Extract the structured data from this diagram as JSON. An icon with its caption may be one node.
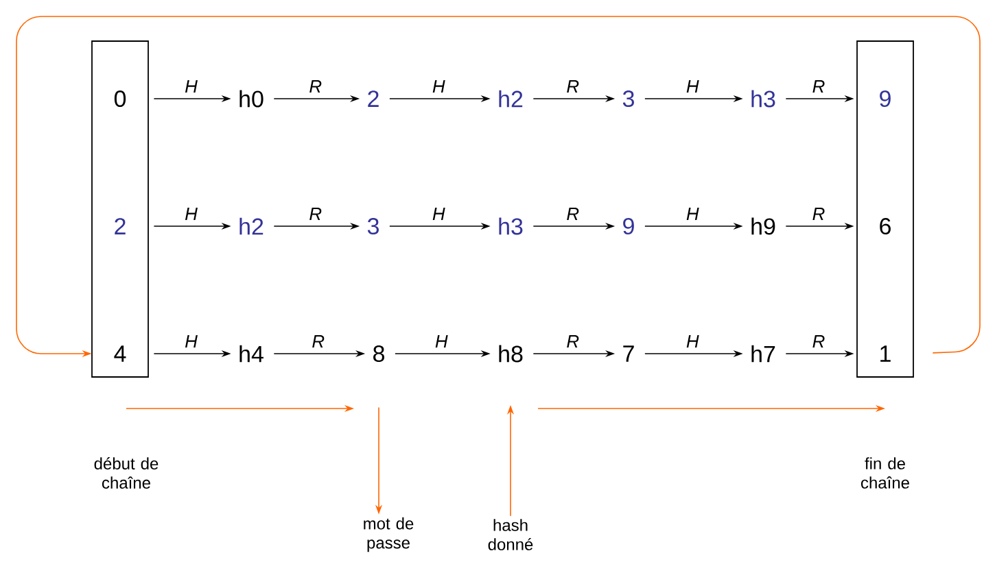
{
  "diagram": {
    "nodes": [
      {
        "text": [],
        "shape": "box"
      },
      {
        "text": [
          "0"
        ],
        "in": 0
      },
      {
        "text": [
          "2"
        ],
        "in": 0
      },
      {
        "text": [
          "4"
        ],
        "in": 0
      },
      {
        "text": [],
        "shape": "box"
      },
      {
        "text": [
          "9"
        ],
        "in": 4
      },
      {
        "text": [
          "6"
        ],
        "in": 4
      },
      {
        "text": [
          "1"
        ],
        "in": 4
      },
      {
        "text": [
          "h0"
        ]
      },
      {
        "text": [
          "2"
        ]
      },
      {
        "text": [
          "h2"
        ]
      },
      {
        "text": [
          "3"
        ]
      },
      {
        "text": [
          "h3"
        ]
      },
      {
        "text": [
          "h2"
        ]
      },
      {
        "text": [
          "3"
        ]
      },
      {
        "text": [
          "h3"
        ]
      },
      {
        "text": [
          "9"
        ]
      },
      {
        "text": [
          "h9"
        ]
      },
      {
        "text": [
          "h4"
        ]
      },
      {
        "text": [
          "8"
        ]
      },
      {
        "text": [
          "h8"
        ]
      },
      {
        "text": [
          "7"
        ]
      },
      {
        "text": [
          "h7"
        ]
      },
      {
        "text": [
          "mot de passe"
        ]
      },
      {
        "text": [
          "hash donné"
        ]
      }
    ],
    "edges": [
      {
        "from": 1,
        "to": 8,
        "arrow": "to",
        "label": "H"
      },
      {
        "from": 8,
        "to": 9,
        "arrow": "to",
        "label": "R"
      },
      {
        "from": 9,
        "to": 10,
        "arrow": "to",
        "label": "H"
      },
      {
        "from": 10,
        "to": 11,
        "arrow": "to",
        "label": "R"
      },
      {
        "from": 11,
        "to": 12,
        "arrow": "to",
        "label": "H"
      },
      {
        "from": 12,
        "to": 5,
        "arrow": "to",
        "label": "R"
      },
      {
        "from": 2,
        "to": 13,
        "arrow": "to",
        "label": "H"
      },
      {
        "from": 13,
        "to": 14,
        "arrow": "to",
        "label": "R"
      },
      {
        "from": 14,
        "to": 15,
        "arrow": "to",
        "label": "H"
      },
      {
        "from": 15,
        "to": 16,
        "arrow": "to",
        "label": "R"
      },
      {
        "from": 16,
        "to": 17,
        "arrow": "to",
        "label": "H"
      },
      {
        "from": 17,
        "to": 6,
        "arrow": "to",
        "label": "R"
      },
      {
        "from": 3,
        "to": 18,
        "arrow": "to",
        "label": "H"
      },
      {
        "from": 18,
        "to": 19,
        "arrow": "to",
        "label": "R"
      },
      {
        "from": 19,
        "to": 20,
        "arrow": "to",
        "label": "H"
      },
      {
        "from": 20,
        "to": 21,
        "arrow": "to",
        "label": "R"
      },
      {
        "from": 21,
        "to": 22,
        "arrow": "to",
        "label": "H"
      },
      {
        "from": 22,
        "to": 7,
        "arrow": "to",
        "label": "R"
      },
      {
        "from": 7,
        "to": 3,
        "arrow": "to",
        "color": "#ff6600"
      },
      {
        "from": 19,
        "to": 23,
        "arrow": "to",
        "color": "#ff6600"
      },
      {
        "from": 24,
        "to": 20,
        "arrow": "to",
        "color": "#ff6600"
      }
    ],
    "labels": [
      "début de chaîne",
      "fin de chaîne"
    ]
  }
}
